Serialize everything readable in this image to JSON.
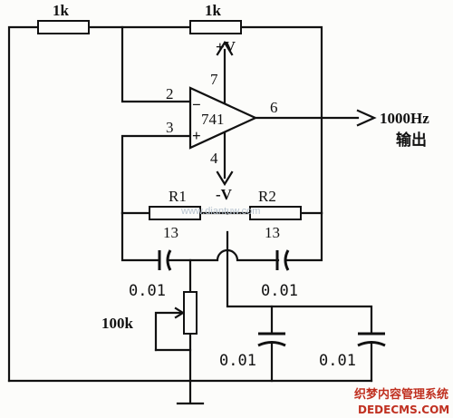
{
  "diagram": {
    "resistor_top_left": "1k",
    "resistor_top_right": "1k",
    "supply_positive": "+V",
    "supply_negative": "-V",
    "pin_7": "7",
    "pin_2": "2",
    "pin_3": "3",
    "pin_6": "6",
    "pin_4": "4",
    "opamp_minus": "−",
    "opamp_plus": "+",
    "opamp_model": "741",
    "output_frequency": "1000Hz",
    "output_label": "输出",
    "r1_label": "R1",
    "r2_label": "R2",
    "r1_value": "13",
    "r2_value": "13",
    "cap_left_value": "0.01",
    "cap_mid_value": "0.01",
    "pot_value": "100k",
    "cap_bottom_left_value": "0.01",
    "cap_bottom_right_value": "0.01"
  },
  "watermark": {
    "center_text": "www.diantuw.com",
    "corner_line1": "织梦内容管理系统",
    "corner_line2": "DEDECMS.COM"
  },
  "colors": {
    "wire": "#111111",
    "background": "#fcfcfa",
    "watermark_center": "#b8c4cf",
    "watermark_corner": "#c03020"
  }
}
